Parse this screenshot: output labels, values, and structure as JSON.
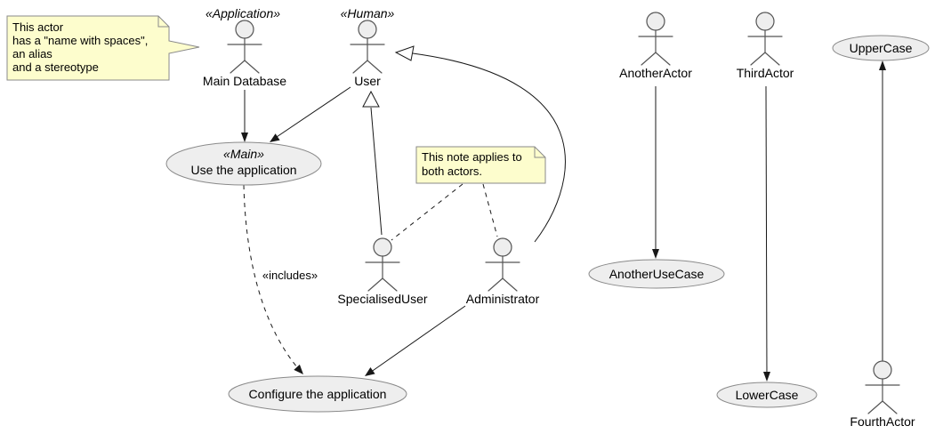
{
  "diagram": {
    "kind": "uml-usecase-diagram",
    "colors": {
      "note_fill": "#FDFDCD",
      "shape_fill": "#EEEEEE",
      "shape_stroke": "#8A8A8A",
      "line": "#181818",
      "background": "#FFFFFF"
    },
    "notes": {
      "actor_note": {
        "lines": [
          "This actor",
          "has a \"name with spaces\",",
          "an alias",
          "and a stereotype"
        ]
      },
      "both_actors_note": {
        "lines": [
          "This note applies to",
          "both actors."
        ]
      }
    },
    "actors": {
      "main_database": {
        "stereotype": "«Application»",
        "label": "Main Database"
      },
      "user": {
        "stereotype": "«Human»",
        "label": "User"
      },
      "specialised_user": {
        "label": "SpecialisedUser"
      },
      "administrator": {
        "label": "Administrator"
      },
      "another_actor": {
        "label": "AnotherActor"
      },
      "third_actor": {
        "label": "ThirdActor"
      },
      "fourth_actor": {
        "label": "FourthActor"
      }
    },
    "usecases": {
      "use_the_application": {
        "stereotype": "«Main»",
        "label": "Use the application"
      },
      "configure_the_application": {
        "label": "Configure the application"
      },
      "another_use_case": {
        "label": "AnotherUseCase"
      },
      "lower_case": {
        "label": "LowerCase"
      },
      "upper_case": {
        "label": "UpperCase"
      }
    },
    "edge_labels": {
      "includes": "«includes»"
    }
  }
}
